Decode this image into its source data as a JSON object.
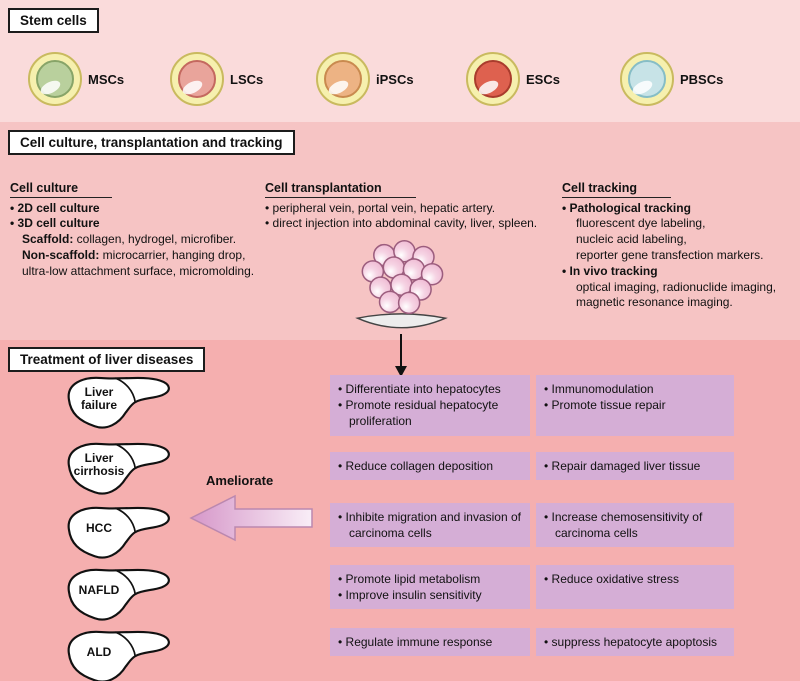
{
  "colors": {
    "top_band": "#fadbdb",
    "middle_band": "#f6c4c4",
    "bottom_band": "#f5afaf",
    "purple_box": "#d5aed6",
    "cell_ring": "#f6f0ae",
    "cluster_cell": "#f2c4da",
    "ameliorate_arrow": "#dba2cf"
  },
  "stem_cells": {
    "title": "Stem cells",
    "cells": [
      {
        "label": "MSCs",
        "inner_color": "#b9d09d"
      },
      {
        "label": "LSCs",
        "inner_color": "#e9a49b"
      },
      {
        "label": "iPSCs",
        "inner_color": "#edb384"
      },
      {
        "label": "ESCs",
        "inner_color": "#de614f"
      },
      {
        "label": "PBSCs",
        "inner_color": "#c7e3e7"
      }
    ]
  },
  "middle": {
    "title": "Cell culture, transplantation and tracking",
    "culture": {
      "heading": "Cell culture",
      "bullet1": "2D cell culture",
      "bullet2": "3D cell culture",
      "scaffold_label": "Scaffold:",
      "scaffold_text": " collagen, hydrogel, microfiber.",
      "nonscaffold_label": "Non-scaffold:",
      "nonscaffold_text": " microcarrier, hanging drop,",
      "nonscaffold_text2": "ultra-low attachment surface, micromolding."
    },
    "transplantation": {
      "heading": "Cell transplantation",
      "bullet1": "peripheral vein, portal vein, hepatic artery.",
      "bullet2": "direct injection into abdominal cavity, liver, spleen."
    },
    "tracking": {
      "heading": "Cell tracking",
      "bullet1": "Pathological tracking",
      "sub1a": "fluorescent dye labeling,",
      "sub1b": "nucleic acid labeling,",
      "sub1c": "reporter gene transfection markers.",
      "bullet2": "In vivo tracking",
      "sub2a": "optical imaging, radionuclide imaging,",
      "sub2b": "magnetic resonance imaging."
    }
  },
  "treatment": {
    "title": "Treatment of liver diseases",
    "diseases": [
      {
        "label": "Liver failure"
      },
      {
        "label": "Liver cirrhosis"
      },
      {
        "label": "HCC"
      },
      {
        "label": "NAFLD"
      },
      {
        "label": "ALD"
      }
    ],
    "ameliorate": "Ameliorate",
    "rows": [
      {
        "left": [
          "Differentiate into hepatocytes",
          "Promote residual hepatocyte proliferation"
        ],
        "right": [
          "Immunomodulation",
          "Promote tissue repair"
        ]
      },
      {
        "left": [
          "Reduce collagen deposition"
        ],
        "right": [
          "Repair damaged liver tissue"
        ]
      },
      {
        "left": [
          "Inhibite migration and invasion of carcinoma cells"
        ],
        "right": [
          "Increase chemosensitivity of carcinoma cells"
        ]
      },
      {
        "left": [
          "Promote lipid metabolism",
          "Improve insulin sensitivity"
        ],
        "right": [
          "Reduce oxidative stress"
        ]
      },
      {
        "left": [
          "Regulate immune response"
        ],
        "right": [
          "suppress hepatocyte apoptosis"
        ]
      }
    ]
  }
}
